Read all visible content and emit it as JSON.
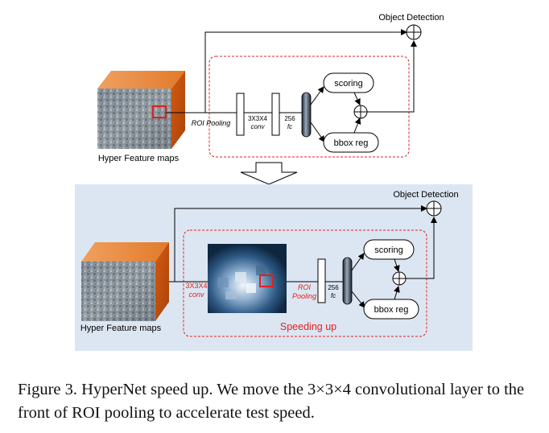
{
  "diagram": {
    "top": {
      "object_detection": "Object Detection",
      "roi_pooling": "ROI Pooling",
      "conv_label": "3X3X4",
      "conv_sub": "conv",
      "fc_label": "256",
      "fc_sub": "fc",
      "scoring": "scoring",
      "bbox_reg": "bbox reg",
      "feature_maps": "Hyper Feature maps"
    },
    "bottom": {
      "object_detection": "Object Detection",
      "conv_label": "3X3X4",
      "conv_sub": "conv",
      "roi_label": "ROI",
      "roi_sub": "Pooling",
      "fc_label": "256",
      "fc_sub": "fc",
      "scoring": "scoring",
      "bbox_reg": "bbox reg",
      "feature_maps": "Hyper Feature maps",
      "speeding_up": "Speeding up"
    },
    "colors": {
      "accent_red": "#e02020",
      "panel_blue": "#dce6f2",
      "cube_orange": "#e0691a"
    }
  },
  "caption": "Figure 3. HyperNet speed up. We move the 3×3×4 convolutional layer to the front of ROI pooling to accelerate test speed."
}
